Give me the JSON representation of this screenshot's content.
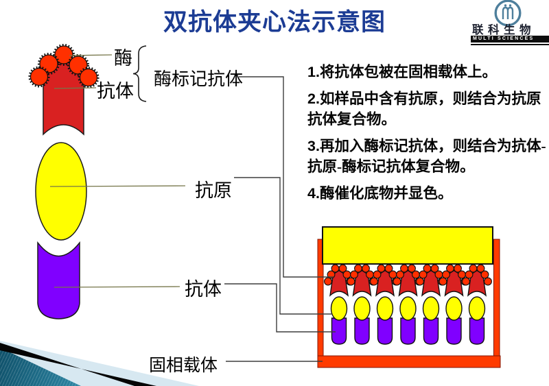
{
  "title": "双抗体夹心法示意图",
  "logo": {
    "company_cn": "联科生物",
    "company_en": "MULTI SCIENCES"
  },
  "diagram_labels": {
    "enzyme": "酶",
    "antibody_top": "抗体",
    "enzyme_labeled_antibody": "酶标记抗体",
    "antigen": "抗原",
    "antibody_bottom": "抗体",
    "solid_phase_carrier": "固相载体"
  },
  "steps": [
    {
      "num": "1.",
      "text": "将抗体包被在固相载体上。"
    },
    {
      "num": "2.",
      "text": "如样品中含有抗原，则结合为抗原抗体复合物。"
    },
    {
      "num": "3.",
      "text": "再加入酶标记抗体，则结合为抗体-抗原-酶标记抗体复合物。"
    },
    {
      "num": "4.",
      "text": "酶催化底物并显色。"
    }
  ],
  "plate": {
    "wells_count": 7
  },
  "colors": {
    "title_blue": "#1c3c94",
    "antibody_red": "#d92121",
    "enzyme_orange": "#ff3000",
    "antigen_yellow": "#ffff00",
    "capture_antibody_purple": "#8000ff",
    "plate_orange": "#ff3b00",
    "logo_teal": "#4e7f9c"
  }
}
